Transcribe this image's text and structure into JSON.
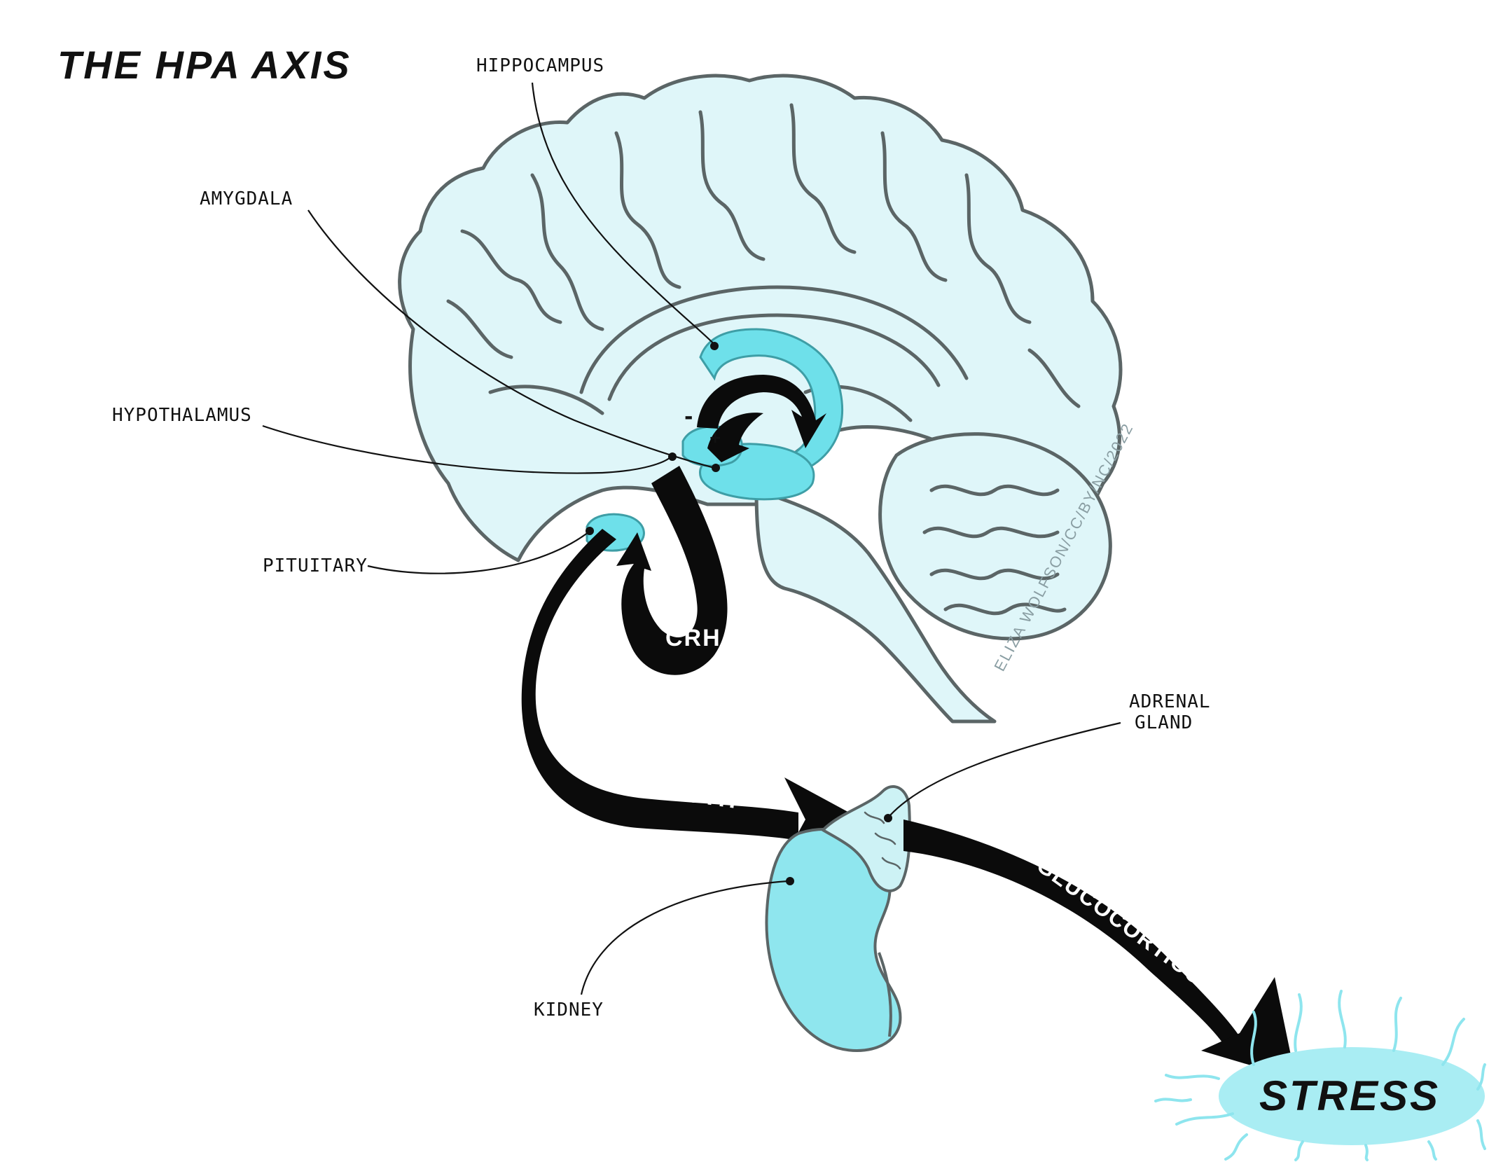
{
  "title": "THE HPA AXIS",
  "labels": {
    "hippocampus": "HIPPOCAMPUS",
    "amygdala": "AMYGDALA",
    "hypothalamus": "HYPOTHALAMUS",
    "pituitary": "PITUITARY",
    "adrenal_line1": "ADRENAL",
    "adrenal_line2": "GLAND",
    "kidney": "KIDNEY"
  },
  "arrows": {
    "crh": "CRH",
    "acth": "ACTH",
    "glucocorticoids": "GLUCOCORTICOIDS"
  },
  "feedback": {
    "minus": "-",
    "plus": "+"
  },
  "outcome": "STRESS",
  "credit": "ELIZA WOLFSON/CC/BY/NC/2022",
  "colors": {
    "tissue": "#dff6f9",
    "highlight": "#6ee0ea",
    "outline": "#5b6566",
    "arrow": "#0b0b0b"
  }
}
